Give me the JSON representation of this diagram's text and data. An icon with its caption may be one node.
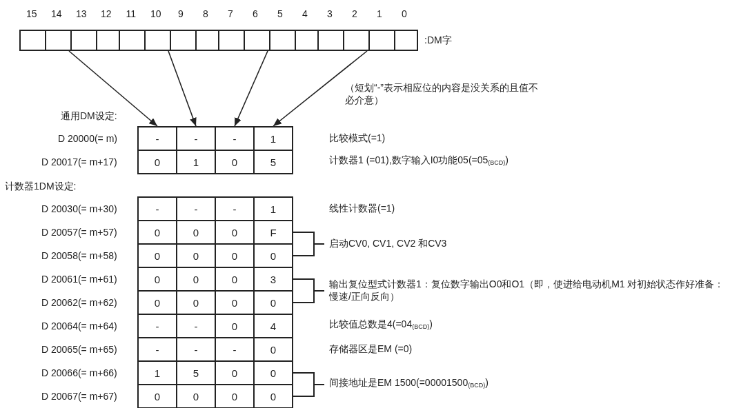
{
  "diagram": {
    "nodes": [
      {
        "text": [],
        "shape": "box"
      },
      {
        "text": [],
        "shape": "box"
      },
      {
        "text": [],
        "shape": "box"
      },
      {
        "text": [],
        "shape": "box"
      },
      {
        "text": [
          "-"
        ]
      },
      {
        "text": [
          "-"
        ]
      },
      {
        "text": [
          "-"
        ]
      },
      {
        "text": [
          "1"
        ]
      }
    ],
    "edges": [
      {
        "from": 0,
        "to": 4,
        "arrow": "to"
      },
      {
        "from": 1,
        "to": 5,
        "arrow": "to"
      },
      {
        "from": 2,
        "to": 6,
        "arrow": "to"
      },
      {
        "from": 3,
        "to": 7,
        "arrow": "to"
      }
    ],
    "labels": [
      "15",
      "14",
      "13",
      "12",
      "11",
      "10",
      "9",
      "8",
      "7",
      "6",
      "5",
      "4",
      "3",
      "2",
      "1",
      "0",
      ":DM字",
      "（短划“-”表示相应位的内容是没关系的且值不必介意）",
      "通用DM设定:",
      "D 20000(= m)",
      "比较模式(=1)",
      "D 20017(= m+17)",
      "0",
      "1",
      "0",
      "5",
      "计数器1 (=01),数字输入I0功能05(=05$_{(BCD)}$)",
      "计数器1DM设定:",
      "D 20030(= m+30)",
      "-",
      "-",
      "-",
      "1",
      "线性计数器(=1)",
      "D 20057(= m+57)",
      "0",
      "0",
      "0",
      "F",
      "D 20058(= m+58)",
      "0",
      "0",
      "0",
      "0",
      "启动CV0, CV1, CV2 和CV3",
      "D 20061(= m+61)",
      "0",
      "0",
      "0",
      "3",
      "D 20062(= m+62)",
      "0",
      "0",
      "0",
      "0",
      "输出复位型式计数器1：复位数字输出O0和O1（即，使进给电动机M1 对初始状态作好准备：慢速/正向反向）",
      "D 20064(= m+64)",
      "-",
      "-",
      "0",
      "4",
      "比较值总数是4(=04$_{(BCD)}$)",
      "D 20065(= m+65)",
      "-",
      "-",
      "-",
      "0",
      "存储器区是EM (=0)",
      "D 20066(= m+66)",
      "1",
      "5",
      "0",
      "0",
      "D 20067(= m+67)",
      "0",
      "0",
      "0",
      "0",
      "间接地址是EM 1500(=00001500$_{(BCD)}$)"
    ]
  }
}
